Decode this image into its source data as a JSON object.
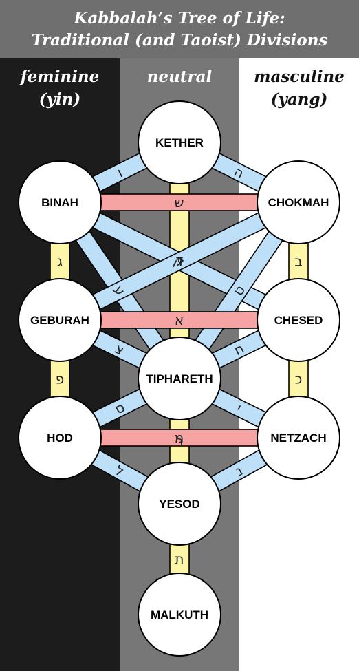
{
  "title": {
    "line1": "Kabbalah’s Tree of Life:",
    "line2": "Traditional (and Taoist) Divisions"
  },
  "columns": [
    {
      "id": "left",
      "label1": "feminine",
      "label2": "(yin)",
      "bg": "#1c1c1c",
      "text_color": "#ffffff"
    },
    {
      "id": "center",
      "label1": "neutral",
      "label2": "",
      "bg": "#777777",
      "text_color": "#ffffff"
    },
    {
      "id": "right",
      "label1": "masculine",
      "label2": "(yang)",
      "bg": "#ffffff",
      "text_color": "#111111"
    }
  ],
  "colors": {
    "title_bg": "#6f6f6f",
    "diagonal_path": "#bde0f8",
    "horizontal_path": "#f5a3a3",
    "vertical_path": "#fdf6a8",
    "node_fill": "#ffffff",
    "stroke": "#000000"
  },
  "sephirot": [
    {
      "id": "kether",
      "label": "KETHER"
    },
    {
      "id": "binah",
      "label": "BINAH"
    },
    {
      "id": "chokmah",
      "label": "CHOKMAH"
    },
    {
      "id": "geburah",
      "label": "GEBURAH"
    },
    {
      "id": "chesed",
      "label": "CHESED"
    },
    {
      "id": "tiphareth",
      "label": "TIPHARETH"
    },
    {
      "id": "hod",
      "label": "HOD"
    },
    {
      "id": "netzach",
      "label": "NETZACH"
    },
    {
      "id": "yesod",
      "label": "YESOD"
    },
    {
      "id": "malkuth",
      "label": "MALKUTH"
    }
  ],
  "paths": [
    {
      "from": "kether",
      "to": "binah",
      "letter": "ו",
      "kind": "diagonal"
    },
    {
      "from": "kether",
      "to": "chokmah",
      "letter": "ה",
      "kind": "diagonal"
    },
    {
      "from": "kether",
      "to": "tiphareth",
      "letter": "ד",
      "kind": "vertical"
    },
    {
      "from": "binah",
      "to": "chokmah",
      "letter": "ש",
      "kind": "horizontal"
    },
    {
      "from": "binah",
      "to": "chesed",
      "letter": "ק",
      "kind": "diagonal"
    },
    {
      "from": "binah",
      "to": "tiphareth",
      "letter": "ע",
      "kind": "diagonal"
    },
    {
      "from": "binah",
      "to": "geburah",
      "letter": "ג",
      "kind": "vertical"
    },
    {
      "from": "chokmah",
      "to": "geburah",
      "letter": "ז",
      "kind": "diagonal"
    },
    {
      "from": "chokmah",
      "to": "tiphareth",
      "letter": "ט",
      "kind": "diagonal"
    },
    {
      "from": "chokmah",
      "to": "chesed",
      "letter": "ב",
      "kind": "vertical"
    },
    {
      "from": "geburah",
      "to": "chesed",
      "letter": "א",
      "kind": "horizontal"
    },
    {
      "from": "geburah",
      "to": "tiphareth",
      "letter": "צ",
      "kind": "diagonal"
    },
    {
      "from": "geburah",
      "to": "hod",
      "letter": "פ",
      "kind": "vertical"
    },
    {
      "from": "chesed",
      "to": "tiphareth",
      "letter": "ח",
      "kind": "diagonal"
    },
    {
      "from": "chesed",
      "to": "netzach",
      "letter": "כ",
      "kind": "vertical"
    },
    {
      "from": "tiphareth",
      "to": "hod",
      "letter": "ס",
      "kind": "diagonal"
    },
    {
      "from": "tiphareth",
      "to": "netzach",
      "letter": "י",
      "kind": "diagonal"
    },
    {
      "from": "tiphareth",
      "to": "yesod",
      "letter": "ר",
      "kind": "vertical"
    },
    {
      "from": "hod",
      "to": "netzach",
      "letter": "מ",
      "kind": "horizontal"
    },
    {
      "from": "hod",
      "to": "yesod",
      "letter": "ל",
      "kind": "diagonal"
    },
    {
      "from": "netzach",
      "to": "yesod",
      "letter": "נ",
      "kind": "diagonal"
    },
    {
      "from": "yesod",
      "to": "malkuth",
      "letter": "ת",
      "kind": "vertical"
    }
  ]
}
